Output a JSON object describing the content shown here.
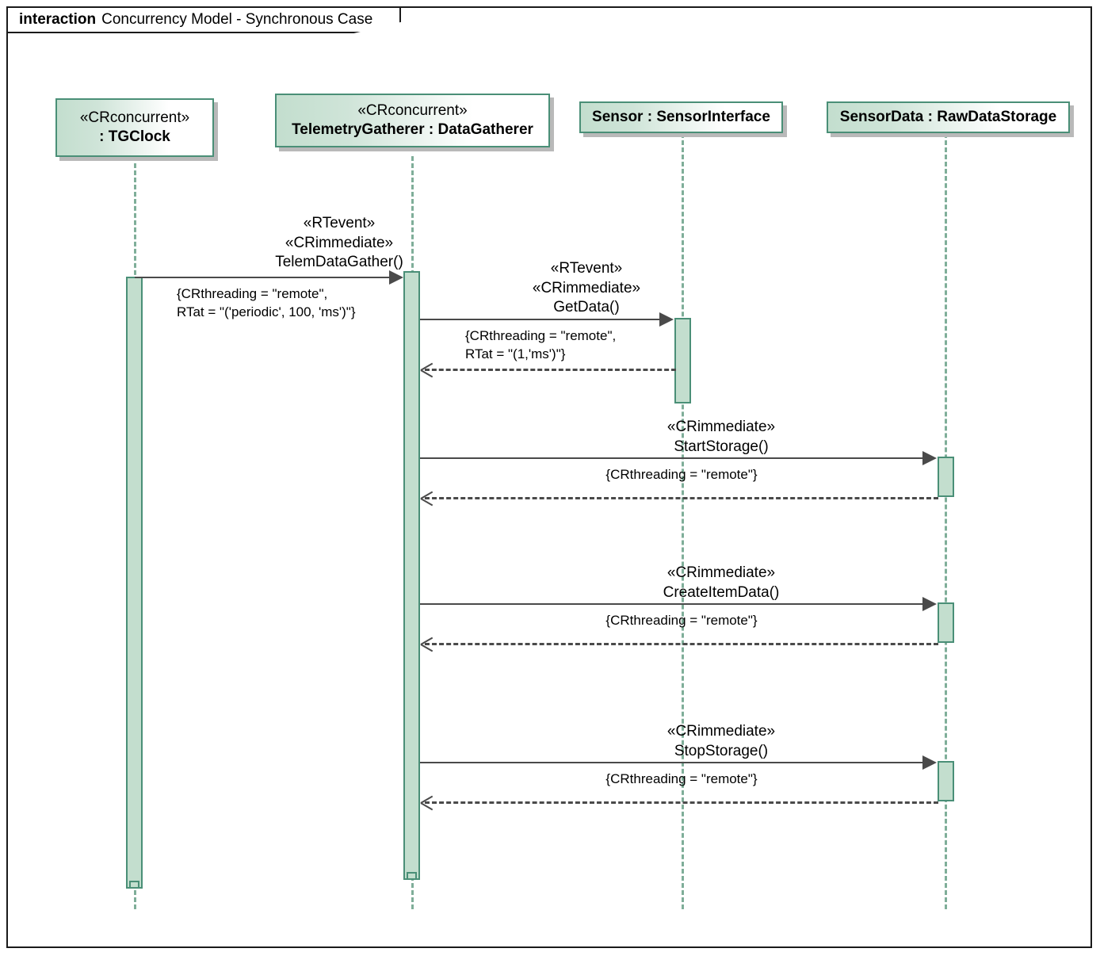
{
  "frame": {
    "keyword": "interaction",
    "title": "Concurrency Model - Synchronous Case"
  },
  "lifelines": [
    {
      "id": "tgclock",
      "stereotype": "«CRconcurrent»",
      "name": ": TGClock"
    },
    {
      "id": "gatherer",
      "stereotype": "«CRconcurrent»",
      "name": "TelemetryGatherer : DataGatherer"
    },
    {
      "id": "sensor",
      "stereotype": "",
      "name": "Sensor : SensorInterface"
    },
    {
      "id": "sensordata",
      "stereotype": "",
      "name": "SensorData : RawDataStorage"
    }
  ],
  "messages": [
    {
      "id": "telem-data-gather",
      "stereotypes": [
        "«RTevent»",
        "«CRimmediate»"
      ],
      "operation": "TelemDataGather()",
      "constraint": [
        "{CRthreading = \"remote\",",
        "RTat = \"('periodic', 100, 'ms')\"}"
      ],
      "kind": "call"
    },
    {
      "id": "get-data",
      "stereotypes": [
        "«RTevent»",
        "«CRimmediate»"
      ],
      "operation": "GetData()",
      "constraint": [
        "{CRthreading = \"remote\",",
        "RTat = \"(1,'ms')\"}"
      ],
      "kind": "call"
    },
    {
      "id": "get-data-return",
      "stereotypes": [],
      "operation": "",
      "constraint": [],
      "kind": "return"
    },
    {
      "id": "start-storage",
      "stereotypes": [
        "«CRimmediate»"
      ],
      "operation": "StartStorage()",
      "constraint": [
        "{CRthreading = \"remote\"}"
      ],
      "kind": "call"
    },
    {
      "id": "start-storage-return",
      "stereotypes": [],
      "operation": "",
      "constraint": [],
      "kind": "return"
    },
    {
      "id": "create-item-data",
      "stereotypes": [
        "«CRimmediate»"
      ],
      "operation": "CreateItemData()",
      "constraint": [
        "{CRthreading = \"remote\"}"
      ],
      "kind": "call"
    },
    {
      "id": "create-item-data-return",
      "stereotypes": [],
      "operation": "",
      "constraint": [],
      "kind": "return"
    },
    {
      "id": "stop-storage",
      "stereotypes": [
        "«CRimmediate»"
      ],
      "operation": "StopStorage()",
      "constraint": [
        "{CRthreading = \"remote\"}"
      ],
      "kind": "call"
    },
    {
      "id": "stop-storage-return",
      "stereotypes": [],
      "operation": "",
      "constraint": [],
      "kind": "return"
    }
  ],
  "colors": {
    "lifeline_fill_start": "#c3dece",
    "lifeline_border": "#4a8f77",
    "lifeline_dash": "#7fae99",
    "arrow": "#4a4a4a",
    "frame_border": "#1a1a1a",
    "shadow": "#b9b9b9"
  },
  "labels": {
    "m1_l1": "«RTevent»",
    "m1_l2": "«CRimmediate»",
    "m1_l3": "TelemDataGather()",
    "m1_c1": "{CRthreading = \"remote\",",
    "m1_c2": "RTat = \"('periodic', 100, 'ms')\"}",
    "m2_l1": "«RTevent»",
    "m2_l2": "«CRimmediate»",
    "m2_l3": "GetData()",
    "m2_c1": "{CRthreading = \"remote\",",
    "m2_c2": "RTat = \"(1,'ms')\"}",
    "m3_l1": "«CRimmediate»",
    "m3_l2": "StartStorage()",
    "m3_c1": "{CRthreading = \"remote\"}",
    "m4_l1": "«CRimmediate»",
    "m4_l2": "CreateItemData()",
    "m4_c1": "{CRthreading = \"remote\"}",
    "m5_l1": "«CRimmediate»",
    "m5_l2": "StopStorage()",
    "m5_c1": "{CRthreading = \"remote\"}"
  }
}
